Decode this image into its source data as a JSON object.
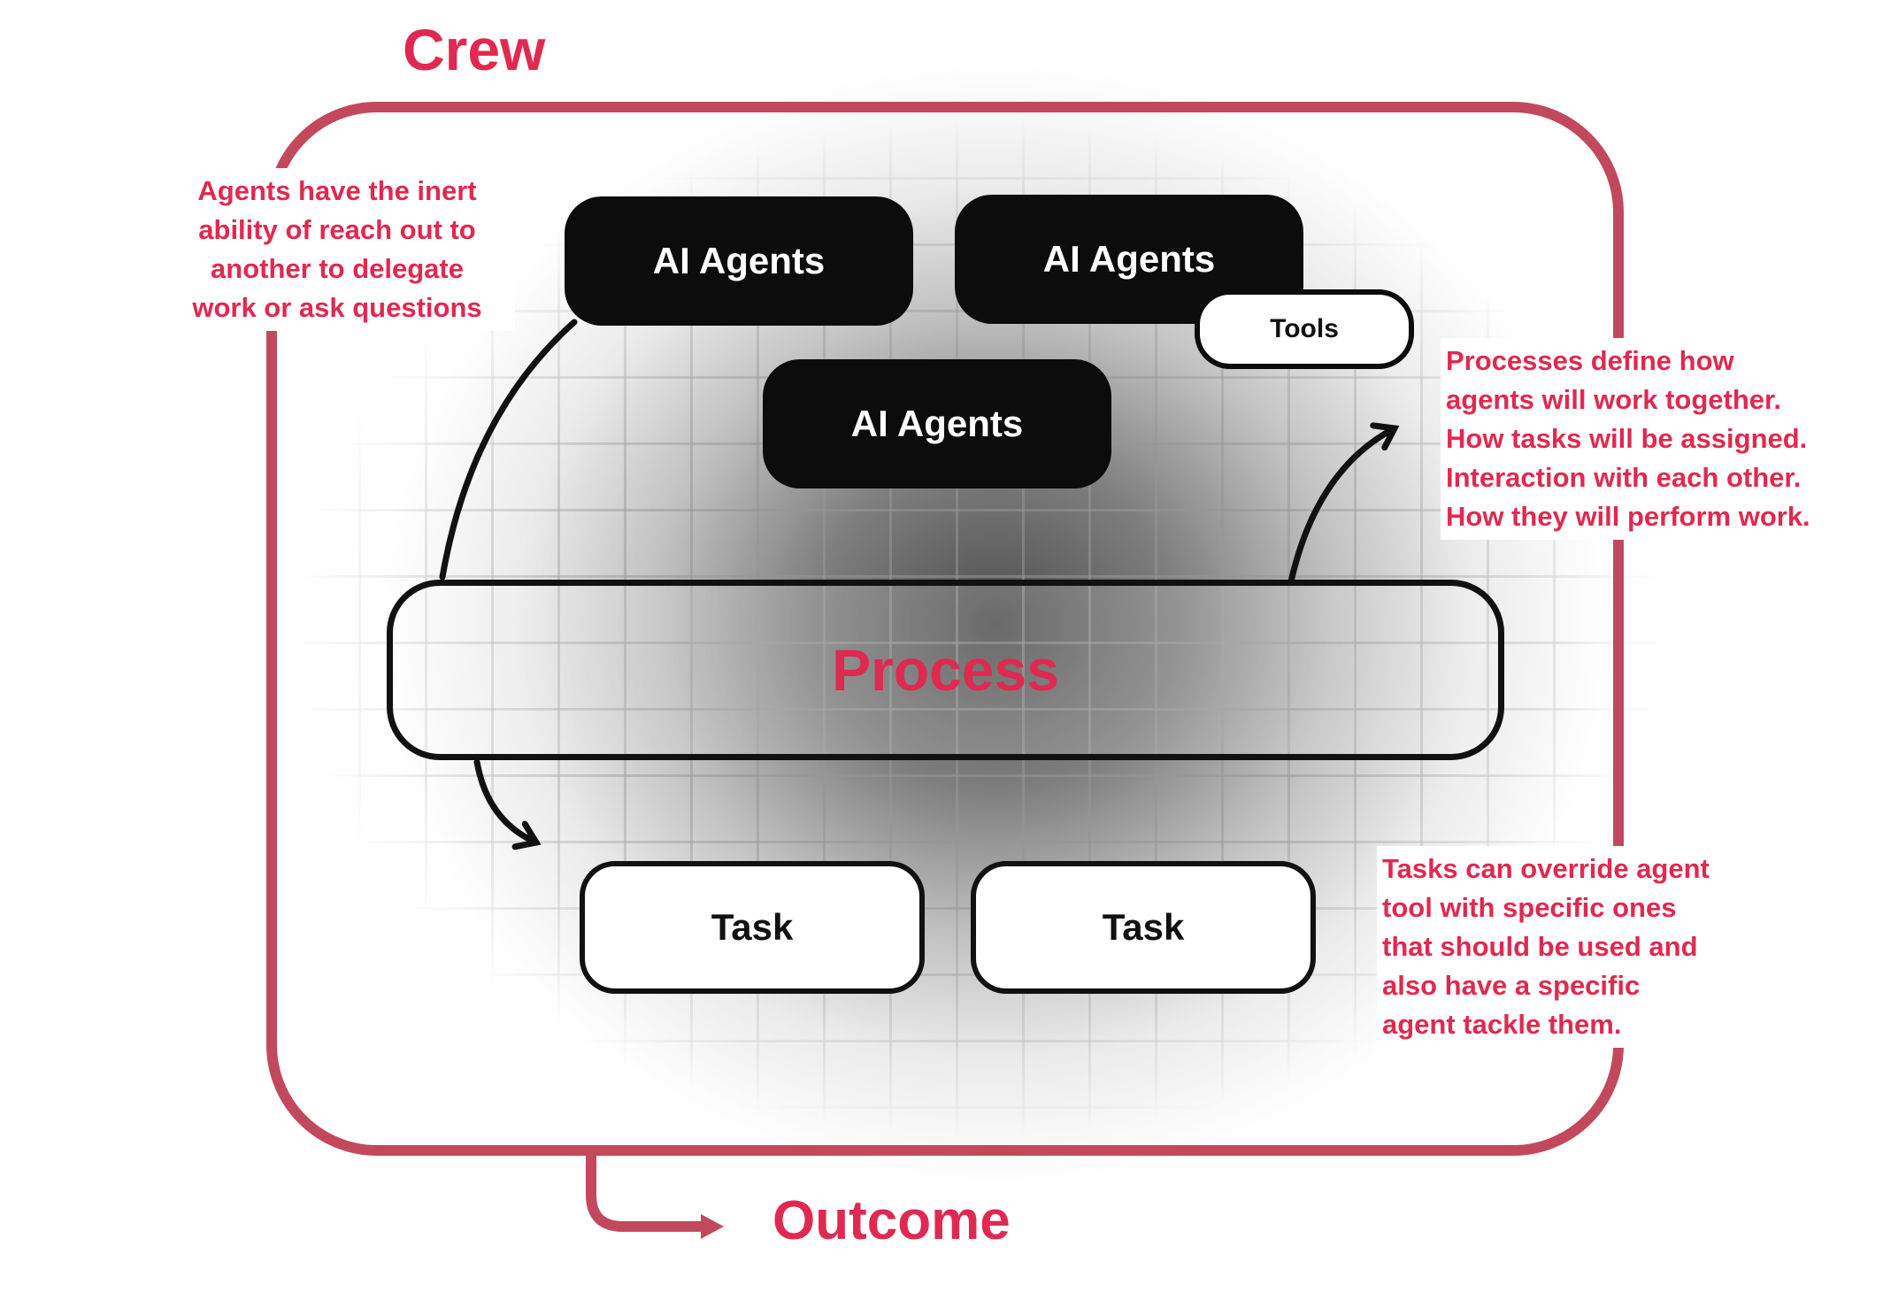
{
  "diagram": {
    "title": "Crew",
    "nodes": {
      "agents_top_left": "AI Agents",
      "agents_top_right": "AI Agents",
      "agents_middle": "AI Agents",
      "tools": "Tools",
      "process": "Process",
      "task_left": "Task",
      "task_right": "Task"
    },
    "annotations": {
      "agents_note": "Agents have the inert\nability of reach out to\nanother to delegate\nwork or ask questions",
      "process_note": "Processes define how\nagents will work together.\nHow tasks will be assigned.\nInteraction with each other.\nHow they will perform work.",
      "tasks_note": "Tasks can override agent\ntool with specific ones\nthat should be used and\nalso have a specific\nagent tackle them."
    },
    "outcome_label": "Outcome",
    "colors": {
      "accent_text": "#e02950",
      "accent_line": "#c2495c",
      "node_black": "#0c0c0c",
      "arrow_black": "#111111"
    }
  }
}
